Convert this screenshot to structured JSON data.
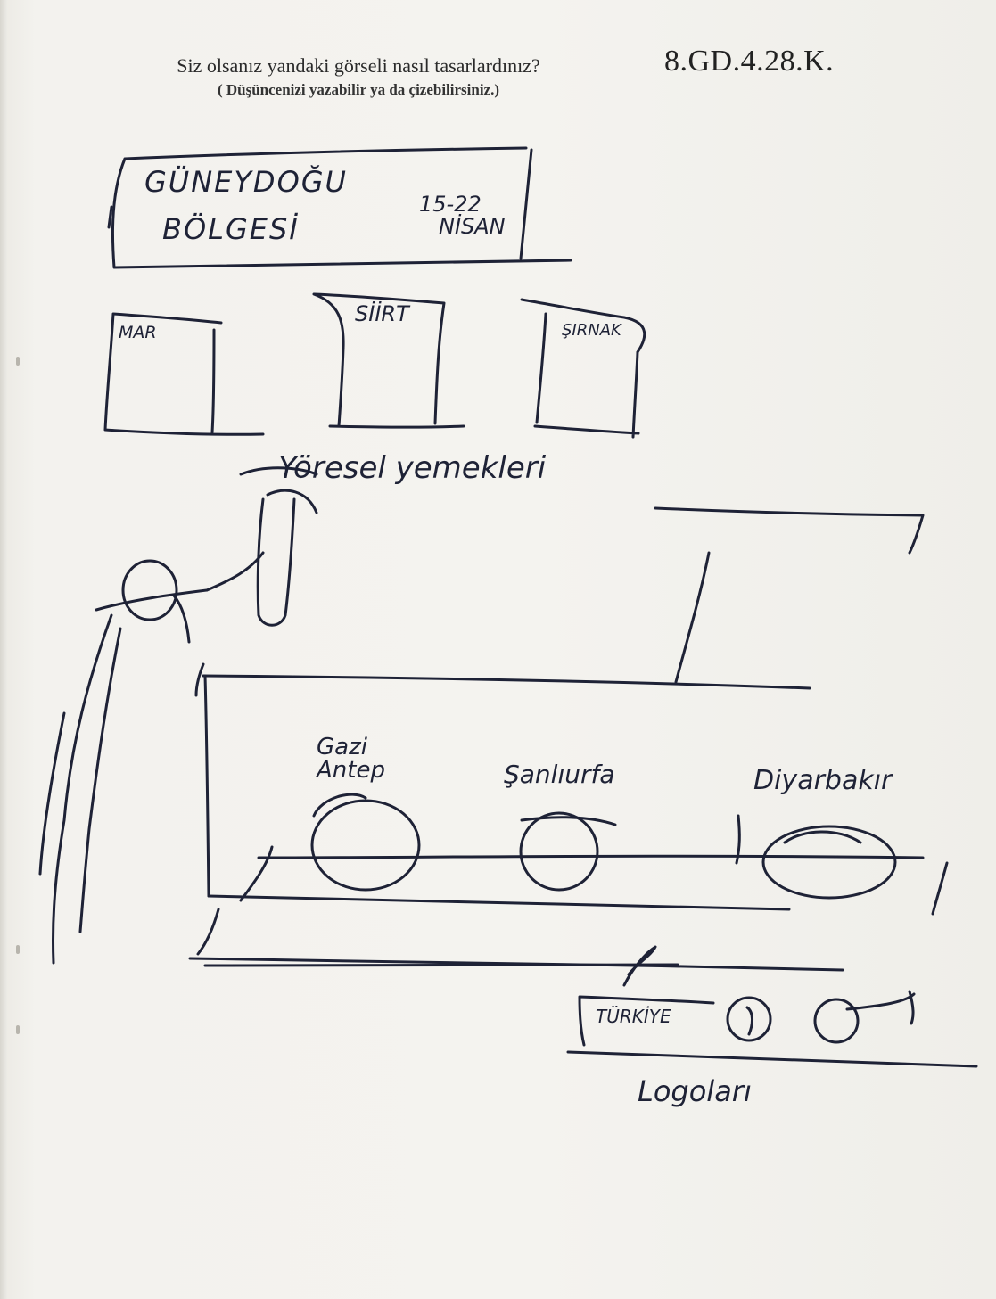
{
  "worksheet": {
    "question": "Siz olsanız yandaki görseli nasıl tasarlardınız?",
    "instruction": "( Düşüncenizi yazabilir ya da çizebilirsiniz.)",
    "code": "8.GD.4.28.K."
  },
  "sketch": {
    "banner_line1": "GÜNEYDOĞU",
    "banner_line2": "BÖLGESİ",
    "banner_date_top": "15-22",
    "banner_date_bottom": "NİSAN",
    "box_labels": [
      "MAR",
      "SİİRT",
      "ŞIRNAK"
    ],
    "caption": "Yöresel yemekleri",
    "table_labels": [
      "Gazi\nAntep",
      "Şanlıurfa",
      "Diyarbakır"
    ],
    "logo_text": "TÜRKİYE",
    "logos_caption": "Logoları"
  }
}
